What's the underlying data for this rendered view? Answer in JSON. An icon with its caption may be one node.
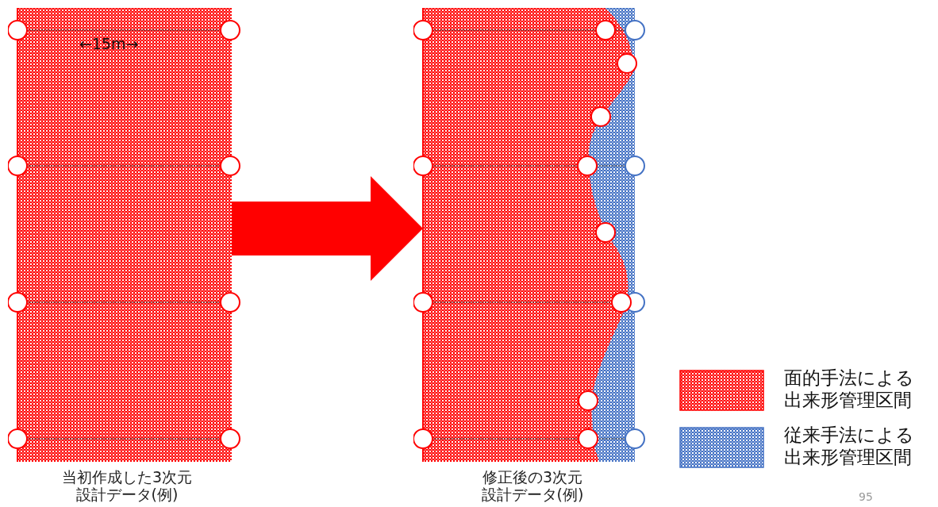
{
  "diagram": {
    "nodes": [
      {
        "text": [
          "当初作成した3次元設計データ(例)"
        ]
      },
      {
        "text": [
          "修正後の3次元設計データ(例)"
        ]
      }
    ],
    "edges": [
      {
        "from": 0,
        "to": 1,
        "arrow": "to"
      }
    ],
    "labels": [
      "←15m→",
      "95"
    ],
    "legend": [
      {
        "text": "面的手法による出来形管理区間",
        "color": "#ff0000"
      },
      {
        "text": "従来手法による出来形管理区間",
        "color": "#4472c4"
      }
    ]
  }
}
